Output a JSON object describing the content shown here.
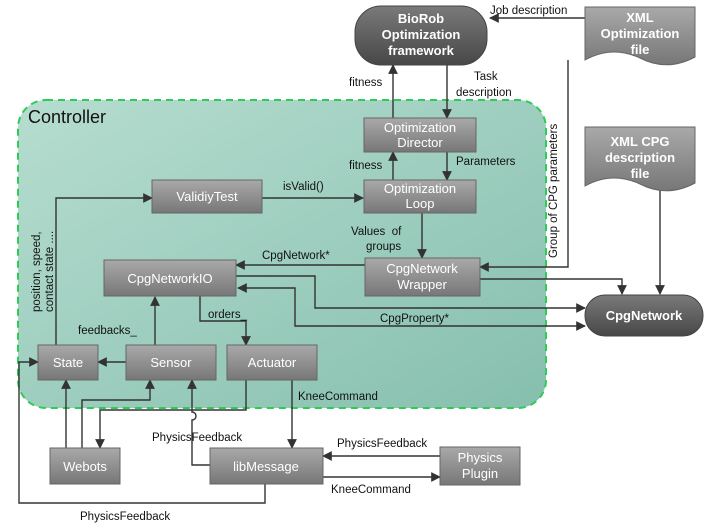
{
  "container": {
    "title": "Controller"
  },
  "nodes": {
    "biorob": [
      "BioRob",
      "Optimization",
      "framework"
    ],
    "xml_opt": [
      "XML",
      "Optimization",
      "file"
    ],
    "xml_cpg": [
      "XML CPG",
      "description",
      "file"
    ],
    "opt_director": [
      "Optimization",
      "Director"
    ],
    "opt_loop": [
      "Optimization",
      "Loop"
    ],
    "validity_test": [
      "ValidiyTest"
    ],
    "cpgnetwork_io": [
      "CpgNetworkIO"
    ],
    "cpgnetwork_wrapper": [
      "CpgNetwork",
      "Wrapper"
    ],
    "cpgnetwork": [
      "CpgNetwork"
    ],
    "state": [
      "State"
    ],
    "sensor": [
      "Sensor"
    ],
    "actuator": [
      "Actuator"
    ],
    "webots": [
      "Webots"
    ],
    "libmessage": [
      "libMessage"
    ],
    "physics_plugin": [
      "Physics",
      "Plugin"
    ]
  },
  "edge_labels": {
    "job_description": "Job description",
    "fitness_top": "fitness",
    "task_description": [
      "Task",
      "description"
    ],
    "group_cpg_params": "Group of CPG parameters",
    "fitness_inner": "fitness",
    "parameters": "Parameters",
    "is_valid": "isValid()",
    "values_of_groups": [
      "Values  of",
      "groups"
    ],
    "cpgnetwork_ptr": "CpgNetwork*",
    "state_info": [
      "position, speed,",
      "contact state ...."
    ],
    "orders": "orders_",
    "feedbacks": "feedbacks_",
    "cpgproperty_ptr": "CpgProperty*",
    "knee_command_top": "KneeCommand",
    "physics_feedback_left": "PhysicsFeedback",
    "physics_feedback_right": "PhysicsFeedback",
    "knee_command_bottom": "KneeCommand",
    "physics_feedback_bottom": "PhysicsFeedback"
  },
  "colors": {
    "node_fill": "#8a8a8a",
    "node_dark": "#555555",
    "container_fill": "#9fcfbf",
    "container_border": "#2ecc55"
  }
}
